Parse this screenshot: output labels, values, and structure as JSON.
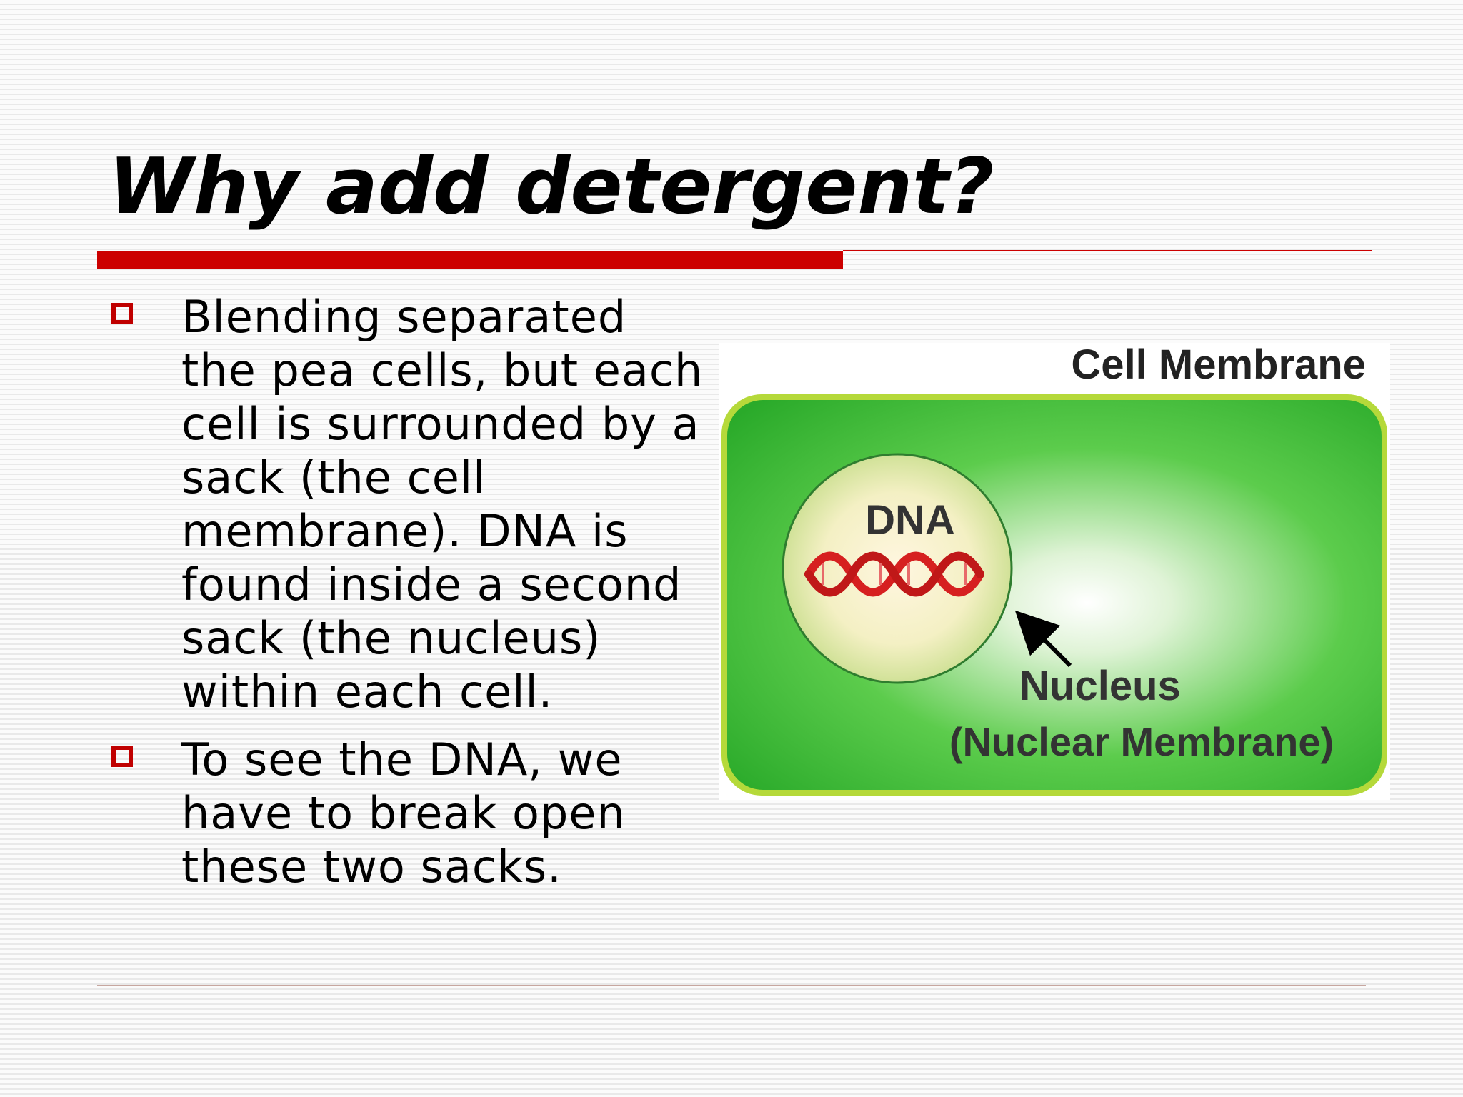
{
  "slide": {
    "title": "Why add detergent?",
    "bullets": [
      {
        "text": "Blending separated the pea cells, but each cell is surrounded by a sack (the cell membrane). DNA is found inside a second sack (the nucleus) within each cell."
      },
      {
        "text": "To see the DNA, we have to break open these two sacks."
      }
    ],
    "accent_color": "#cc0000"
  },
  "diagram": {
    "cell_membrane_label": "Cell Membrane",
    "dna_label": "DNA",
    "nucleus_label": "Nucleus",
    "nuclear_membrane_label": "(Nuclear Membrane)",
    "cell_color": "#2eb82e",
    "dna_color": "#d62020"
  }
}
